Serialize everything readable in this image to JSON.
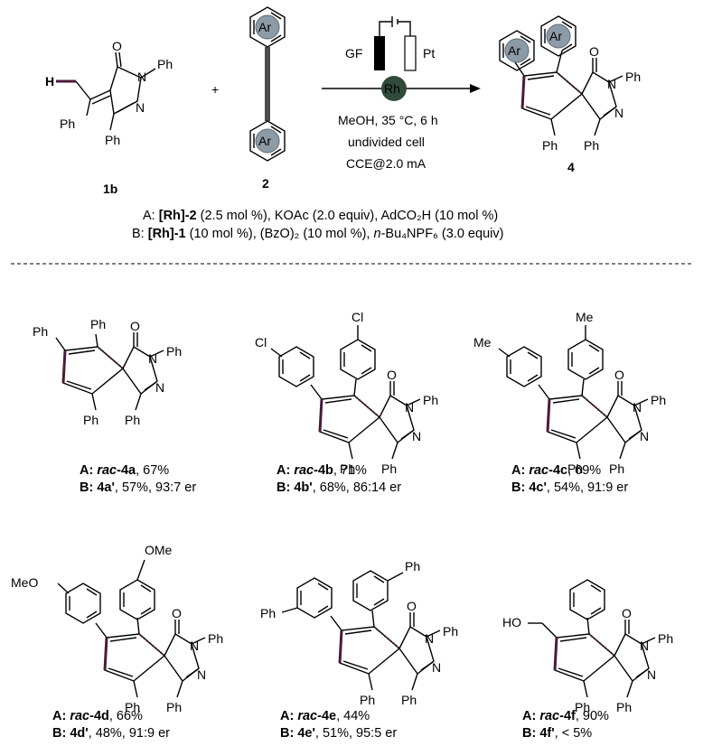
{
  "scheme": {
    "reactant1_label": "1b",
    "reactant2_label": "2",
    "product_label": "4",
    "plus": "+",
    "ar": "Ar",
    "ph": "Ph",
    "electrode_left": "GF",
    "electrode_right": "Pt",
    "catalyst": "Rh",
    "cond_line1": "MeOH, 35 °C, 6 h",
    "cond_line2": "undivided cell",
    "cond_line3": "CCE@2.0 mA",
    "h_label": "H"
  },
  "conditions": {
    "a_prefix": "A: ",
    "a_cat": "[Rh]-2",
    "a_rest": " (2.5 mol %), KOAc (2.0 equiv), AdCO₂H (10 mol %)",
    "b_prefix": "B: ",
    "b_cat": "[Rh]-1",
    "b_mid": " (10 mol %), (BzO)₂ (10 mol %), ",
    "b_nbu": "n",
    "b_end": "-Bu₄NPF₆ (3.0 equiv)"
  },
  "products": [
    {
      "sub": "",
      "a_label": "A: ",
      "a_rac": "rac",
      "a_cmp": "-4a",
      "a_val": ", 67%",
      "b_label": "B: ",
      "b_cmp": "4a'",
      "b_val": ", 57%, 93:7 er"
    },
    {
      "sub": "Cl",
      "a_label": "A: ",
      "a_rac": "rac",
      "a_cmp": "-4b",
      "a_val": ", 71%",
      "b_label": "B: ",
      "b_cmp": "4b'",
      "b_val": ", 68%, 86:14 er"
    },
    {
      "sub": "Me",
      "a_label": "A: ",
      "a_rac": "rac",
      "a_cmp": "-4c",
      "a_val": ", 69%",
      "b_label": "B: ",
      "b_cmp": "4c'",
      "b_val": ", 54%, 91:9 er"
    },
    {
      "sub": "OMe",
      "a_label": "A: ",
      "a_rac": "rac",
      "a_cmp": "-4d",
      "a_val": ", 66%",
      "b_label": "B: ",
      "b_cmp": "4d'",
      "b_val": ", 48%, 91:9 er"
    },
    {
      "sub": "Ph",
      "a_label": "A: ",
      "a_rac": "rac",
      "a_cmp": "-4e",
      "a_val": ", 44%",
      "b_label": "B: ",
      "b_cmp": "4e'",
      "b_val": ", 51%, 95:5 er"
    },
    {
      "sub": "HO",
      "a_label": "A: ",
      "a_rac": "rac",
      "a_cmp": "-4f",
      "a_val": ", 90%",
      "b_label": "B: ",
      "b_cmp": "4f'",
      "b_val": ", < 5%"
    }
  ],
  "colors": {
    "accent_bond": "#4a1a3a",
    "ar_circle": "#8c9ba6",
    "rh_circle": "#2f4a3a"
  }
}
